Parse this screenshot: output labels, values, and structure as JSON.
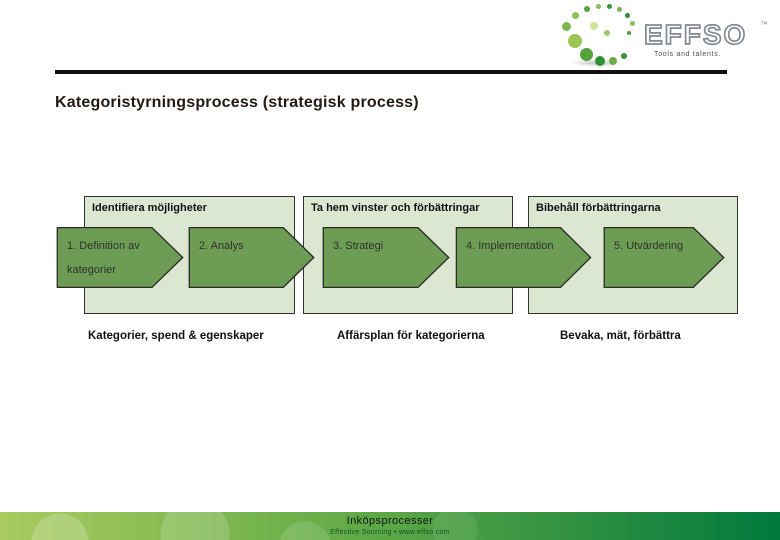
{
  "slide": {
    "title": "Kategoristyrningsprocess (strategisk process)"
  },
  "logo": {
    "brand": "EFFSO",
    "trademark": "™",
    "tagline": "Tools and talents."
  },
  "process": {
    "phases": [
      {
        "header": "Identifiera möjligheter",
        "deliverable": "Kategorier, spend & egenskaper"
      },
      {
        "header": "Ta hem vinster och förbättringar",
        "deliverable": "Affärsplan för kategorierna"
      },
      {
        "header": "Bibehåll förbättringarna",
        "deliverable": "Bevaka, mät, förbättra"
      }
    ],
    "steps": [
      {
        "line1": "1. Definition av",
        "line2": "kategorier"
      },
      {
        "line1": "2. Analys",
        "line2": ""
      },
      {
        "line1": "3. Strategi",
        "line2": ""
      },
      {
        "line1": "4. Implementation",
        "line2": ""
      },
      {
        "line1": "5. Utvärdering",
        "line2": ""
      }
    ]
  },
  "footer": {
    "title": "Inköpsprocesser",
    "subtitle": "Effective Sourcing • www.effso.com"
  },
  "colors": {
    "phase_box_fill": "#dce7d2",
    "phase_box_border": "#333333",
    "arrow_fill": "#6d9d55",
    "arrow_border": "#2a2a2a",
    "title_text": "#241a11",
    "footer_bar_left": "#a9cb5f",
    "footer_bar_right": "#00793c",
    "logo_green": "#55a43b"
  }
}
